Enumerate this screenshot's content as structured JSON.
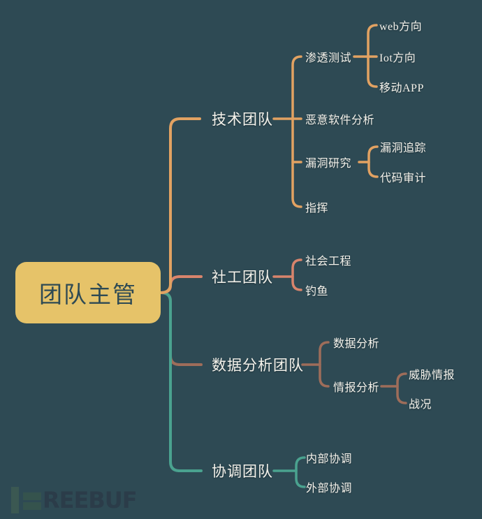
{
  "colors": {
    "background": "#2e4a54",
    "tech": "#e2a262",
    "social": "#d8846c",
    "data": "#9e6d5a",
    "coord": "#4aa28f",
    "root_bg": "#e6c369",
    "root_text": "#2e4a54",
    "label_text": "#f5f3ec",
    "watermark_letters": "#2b3c49",
    "watermark_mark": "#35534d"
  },
  "watermark": {
    "brand": "FREEBUF",
    "letters": "REEBUF"
  },
  "mindmap": {
    "root": {
      "label": "团队主管"
    },
    "branches": [
      {
        "label": "技术团队",
        "children": [
          {
            "label": "渗透测试",
            "children": [
              {
                "label": "web方向"
              },
              {
                "label": "Iot方向"
              },
              {
                "label": "移动APP"
              }
            ]
          },
          {
            "label": "恶意软件分析"
          },
          {
            "label": "漏洞研究",
            "children": [
              {
                "label": "漏洞追踪"
              },
              {
                "label": "代码审计"
              }
            ]
          },
          {
            "label": "指挥"
          }
        ]
      },
      {
        "label": "社工团队",
        "children": [
          {
            "label": "社会工程"
          },
          {
            "label": "钓鱼"
          }
        ]
      },
      {
        "label": "数据分析团队",
        "children": [
          {
            "label": "数据分析"
          },
          {
            "label": "情报分析",
            "children": [
              {
                "label": "威胁情报"
              },
              {
                "label": "战况"
              }
            ]
          }
        ]
      },
      {
        "label": "协调团队",
        "children": [
          {
            "label": "内部协调"
          },
          {
            "label": "外部协调"
          }
        ]
      }
    ]
  }
}
